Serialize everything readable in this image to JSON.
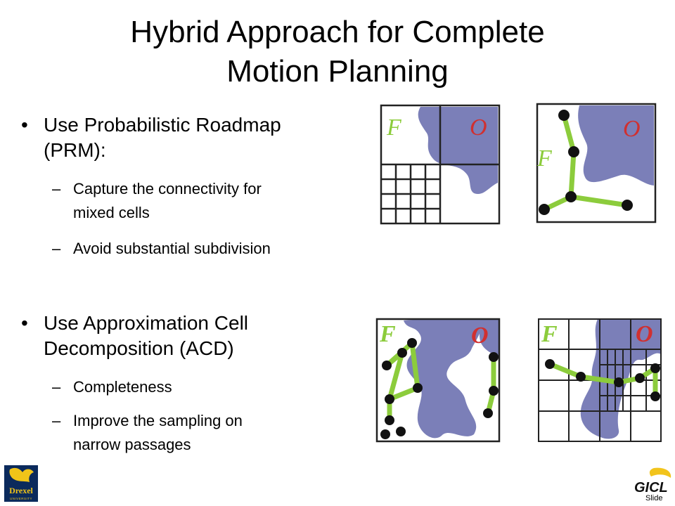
{
  "slide": {
    "title_line1": "Hybrid Approach for Complete",
    "title_line2": "Motion Planning",
    "bullets": [
      {
        "marker": "•",
        "line1": "Use Probabilistic Roadmap",
        "line2": "(PRM):",
        "subs": [
          {
            "marker": "–",
            "line1": "Capture the connectivity for",
            "line2": "mixed cells"
          },
          {
            "marker": "–",
            "line1": "Avoid substantial subdivision",
            "line2": ""
          }
        ]
      },
      {
        "marker": "•",
        "line1": "Use Approximation Cell",
        "line2": "Decomposition (ACD)",
        "subs": [
          {
            "marker": "–",
            "line1": "Completeness",
            "line2": ""
          },
          {
            "marker": "–",
            "line1": "Improve the sampling on",
            "line2": "narrow passages"
          }
        ]
      }
    ]
  },
  "figures": {
    "free_label": "F",
    "obstacle_label": "O",
    "colors": {
      "obstacle": "#7b7fb8",
      "free_label": "#8ccc3c",
      "obstacle_label": "#d03030",
      "edge": "#8ccc3c",
      "node": "#111111",
      "grid": "#222222"
    }
  },
  "footer": {
    "left_logo_text": "Drexel",
    "left_logo_subtext": "UNIVERSITY",
    "right_logo_text": "GICL",
    "slide_label": "Slide"
  }
}
